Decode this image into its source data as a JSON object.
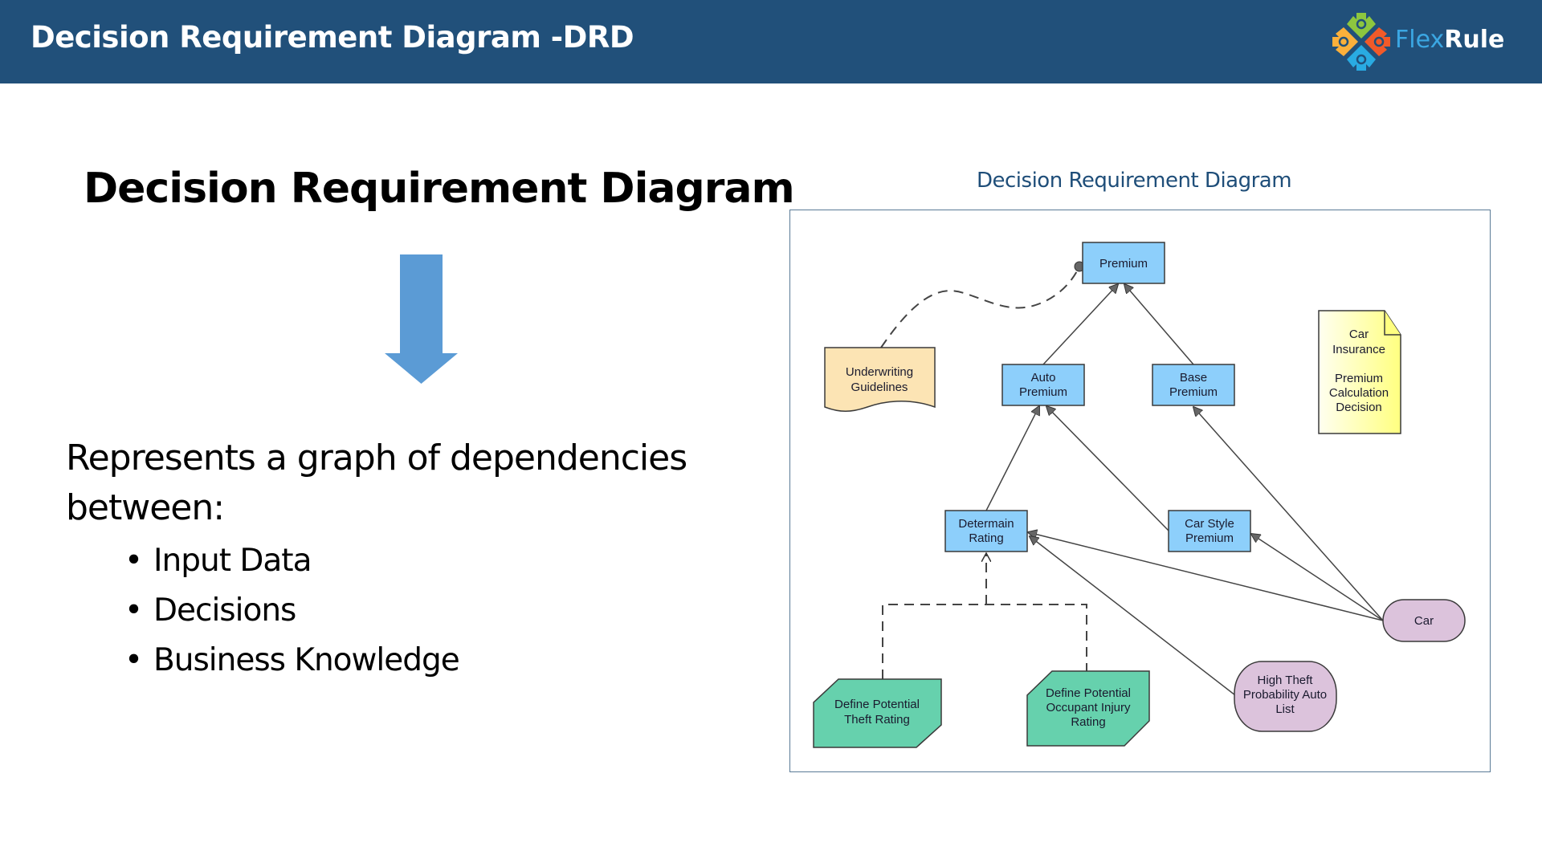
{
  "header": {
    "title": "Decision Requirement Diagram -DRD",
    "logo": {
      "icon": "flexrule-gear-icon",
      "name_part1": "Flex",
      "name_part2": "Rule"
    }
  },
  "left": {
    "heading": "Decision Requirement Diagram",
    "arrow_icon": "down-arrow-icon",
    "description_line1": "Represents a graph of dependencies",
    "description_line2": "between:",
    "bullets": [
      "Input Data",
      "Decisions",
      "Business Knowledge"
    ],
    "bullet_glyph": "•"
  },
  "diagram": {
    "caption": "Decision Requirement Diagram",
    "nodes": {
      "premium": {
        "type": "decision",
        "lines": [
          "Premium"
        ]
      },
      "auto_premium": {
        "type": "decision",
        "lines": [
          "Auto",
          "Premium"
        ]
      },
      "base_premium": {
        "type": "decision",
        "lines": [
          "Base",
          "Premium"
        ]
      },
      "determain_rating": {
        "type": "decision",
        "lines": [
          "Determain",
          "Rating"
        ]
      },
      "car_style_premium": {
        "type": "decision",
        "lines": [
          "Car Style",
          "Premium"
        ]
      },
      "underwriting": {
        "type": "knowledge-source",
        "lines": [
          "Underwriting",
          "Guidelines"
        ]
      },
      "note": {
        "type": "annotation",
        "lines": [
          "Car",
          "Insurance",
          "",
          "Premium",
          "Calculation",
          "Decision"
        ]
      },
      "theft_rating": {
        "type": "business-knowledge",
        "lines": [
          "Define Potential",
          "Theft Rating"
        ]
      },
      "occupant_rating": {
        "type": "business-knowledge",
        "lines": [
          "Define Potential",
          "Occupant Injury",
          "Rating"
        ]
      },
      "car": {
        "type": "input-data",
        "lines": [
          "Car"
        ]
      },
      "high_theft": {
        "type": "input-data",
        "lines": [
          "High Theft",
          "Probability Auto",
          "List"
        ]
      }
    },
    "edges": [
      {
        "from": "auto_premium",
        "to": "premium",
        "kind": "information"
      },
      {
        "from": "base_premium",
        "to": "premium",
        "kind": "information"
      },
      {
        "from": "underwriting",
        "to": "premium",
        "kind": "authority"
      },
      {
        "from": "determain_rating",
        "to": "auto_premium",
        "kind": "information"
      },
      {
        "from": "car_style_premium",
        "to": "auto_premium",
        "kind": "information"
      },
      {
        "from": "car",
        "to": "base_premium",
        "kind": "information"
      },
      {
        "from": "car",
        "to": "car_style_premium",
        "kind": "information"
      },
      {
        "from": "car",
        "to": "determain_rating",
        "kind": "information"
      },
      {
        "from": "high_theft",
        "to": "determain_rating",
        "kind": "information"
      },
      {
        "from": "theft_rating",
        "to": "determain_rating",
        "kind": "knowledge"
      },
      {
        "from": "occupant_rating",
        "to": "determain_rating",
        "kind": "knowledge"
      }
    ],
    "colors": {
      "decision": "#8DCFFB",
      "knowledge_source": "#FCE4B4",
      "annotation": "#FFFF99",
      "business_knowledge": "#66D1AD",
      "input_data": "#DCC3DC",
      "stroke": "#3a3a3a",
      "arrow": "#666666"
    }
  }
}
